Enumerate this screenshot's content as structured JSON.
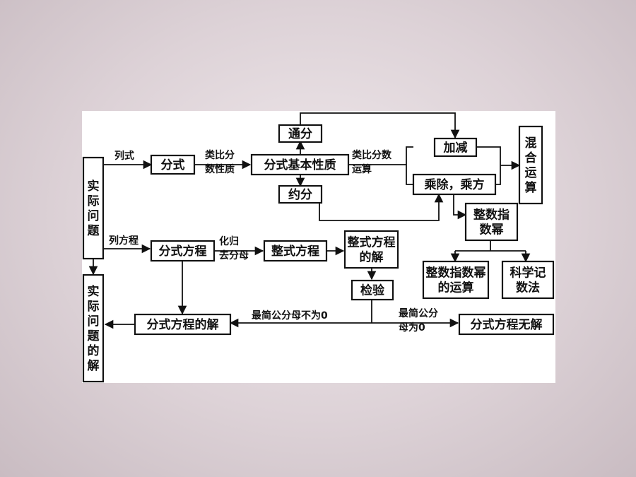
{
  "nodes": {
    "shiji_wenti": "实际问题",
    "fenshi": "分式",
    "tongfen": "通分",
    "jiben_xingzhi": "分式基本性质",
    "yuefen": "约分",
    "jiajian": "加减",
    "chengchu": "乘除，乘方",
    "hunhe_yunsuan": "混合运算",
    "zhengshu_zhishumi": "整数指数幂",
    "zhishumi_yunsuan": "整数指数幂的运算",
    "kexue_jishu": "科学记数法",
    "fenshi_fangcheng": "分式方程",
    "zhengshi_fangcheng": "整式方程",
    "zhengshi_jie": "整式方程的解",
    "jianyan": "检验",
    "fangcheng_de_jie": "分式方程的解",
    "fangcheng_wujie": "分式方程无解",
    "shiji_jie": "实际问题的解"
  },
  "edge_labels": {
    "lieshi": "列式",
    "leibi_xingzhi": "类比分数性质",
    "leibi_yunsuan": "类比分数运算",
    "lie_fangcheng": "列方程",
    "huagui": "化归去分母",
    "bu_wei_ling": "最简公分母不为0",
    "wei_ling": "最简公分母为0"
  }
}
